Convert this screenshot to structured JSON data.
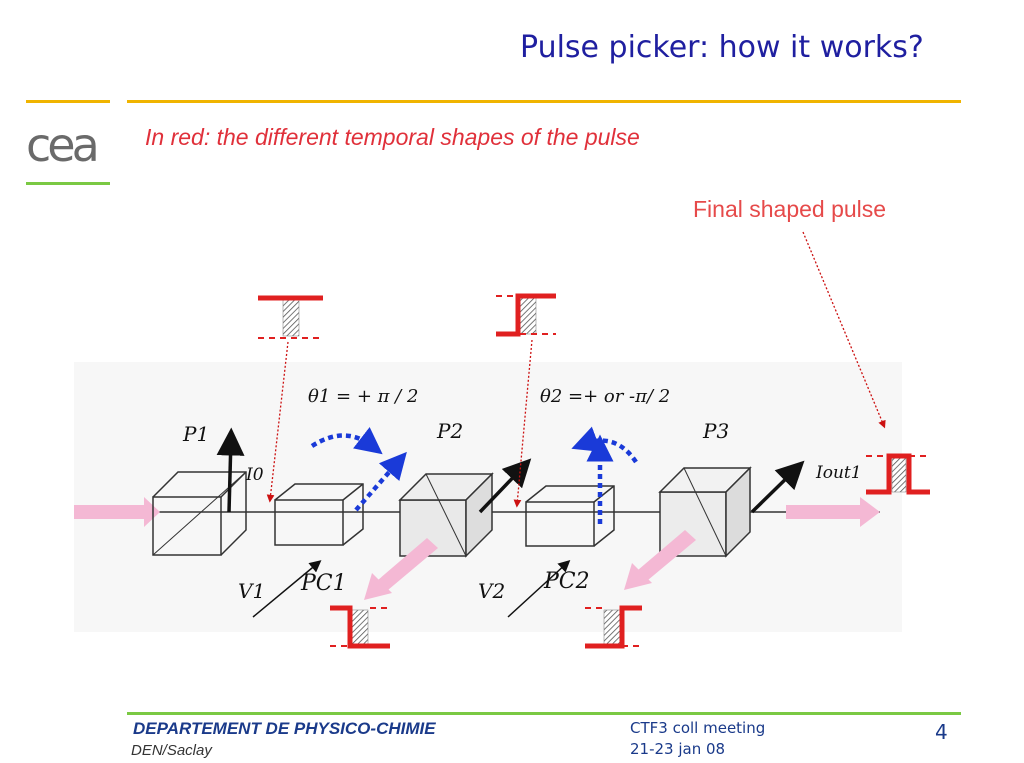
{
  "slide": {
    "title": "Pulse picker: how it works?",
    "subtitle": "In red: the different temporal shapes of the pulse",
    "final_label": "Final shaped pulse",
    "logo_text": "cea"
  },
  "diagram": {
    "p1": "P1",
    "p2": "P2",
    "p3": "P3",
    "i0": "I0",
    "iout": "Iout1",
    "pc1": "PC1",
    "pc2": "PC2",
    "v1": "V1",
    "v2": "V2",
    "theta1": "θ1 = + π / 2",
    "theta2": "θ2 =+ or  -π/ 2"
  },
  "footer": {
    "department": "DEPARTEMENT DE PHYSICO-CHIMIE",
    "site": "DEN/Saclay",
    "meeting_line1": "CTF3 coll meeting",
    "meeting_line2": "21-23 jan 08",
    "page": "4"
  },
  "colors": {
    "title": "#1f1fa0",
    "annotation_red": "#e0303a",
    "gold": "#f0b400",
    "green": "#7ac943",
    "beam_pink": "#f4b8d4",
    "rotation_blue": "#1a3ad8"
  }
}
